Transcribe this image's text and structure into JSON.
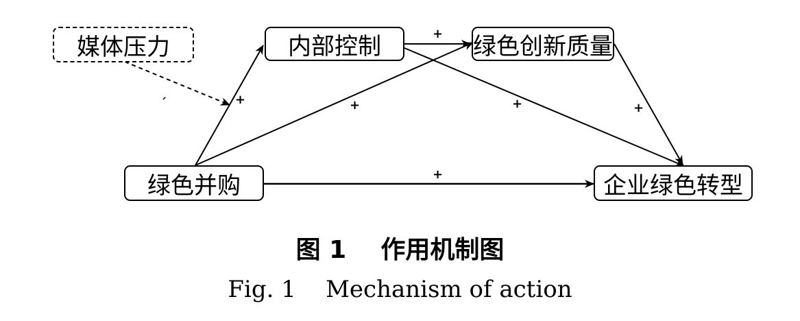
{
  "nodes": {
    "media_pressure": "媒体压力",
    "internal_control": "内部控制",
    "green_innovation_quality": "绿色创新质量",
    "green_ma": "绿色并购",
    "green_transformation": "企业绿色转型"
  },
  "edges": [
    {
      "from": "media_pressure",
      "to": "green_ma_to_internal_control_path",
      "sign": "ˏ",
      "style": "dashed",
      "meaning": "moderating"
    },
    {
      "from": "green_ma",
      "to": "internal_control",
      "sign": "+"
    },
    {
      "from": "green_ma",
      "to": "green_innovation_quality",
      "sign": "+"
    },
    {
      "from": "internal_control",
      "to": "green_innovation_quality",
      "sign": "+"
    },
    {
      "from": "internal_control",
      "to": "green_transformation",
      "sign": "+"
    },
    {
      "from": "green_innovation_quality",
      "to": "green_transformation",
      "sign": "+"
    },
    {
      "from": "green_ma",
      "to": "green_transformation",
      "sign": "+"
    }
  ],
  "caption": {
    "cn": "图 1    作用机制图",
    "en": "Fig. 1    Mechanism of action"
  }
}
